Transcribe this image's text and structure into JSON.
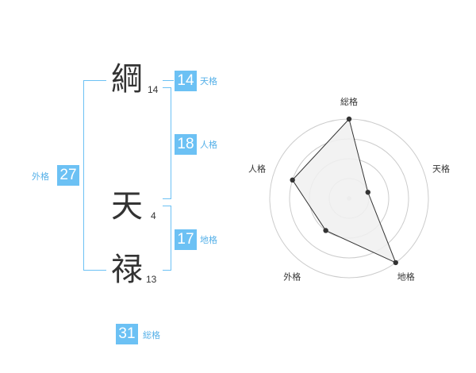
{
  "name": {
    "characters": [
      {
        "char": "綱",
        "strokes": "14"
      },
      {
        "char": "天",
        "strokes": "4"
      },
      {
        "char": "禄",
        "strokes": "13"
      }
    ]
  },
  "fortunes": {
    "tenkaku": {
      "value": "14",
      "label": "天格"
    },
    "jinkaku": {
      "value": "18",
      "label": "人格"
    },
    "chikaku": {
      "value": "17",
      "label": "地格"
    },
    "gaikaku": {
      "value": "27",
      "label": "外格"
    },
    "soukaku": {
      "value": "31",
      "label": "総格"
    }
  },
  "colors": {
    "accent": "#6cc1f4",
    "label": "#55b0e8",
    "text": "#333333",
    "radar_fill": "#f0f0f0",
    "radar_ring": "#cccccc"
  },
  "chart_data": {
    "type": "radar",
    "axes": [
      "総格",
      "天格",
      "地格",
      "外格",
      "人格"
    ],
    "rings": 4,
    "max": 4,
    "values": [
      4,
      1,
      4,
      2,
      3
    ]
  }
}
